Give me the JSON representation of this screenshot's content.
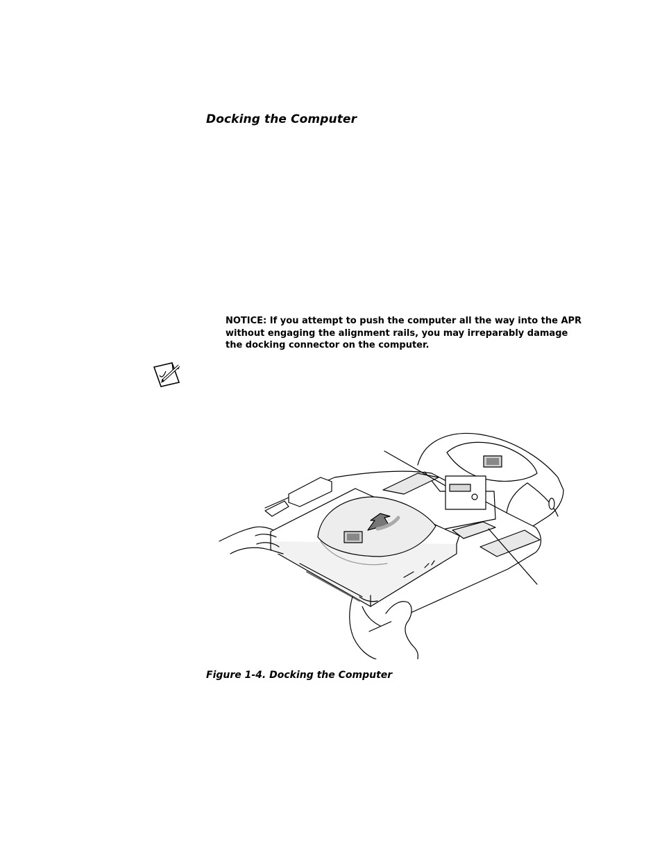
{
  "section": {
    "heading": "Docking the Computer"
  },
  "notice": {
    "lines": [
      "NOTICE: If you attempt to push the computer all the way into the APR",
      "without engaging the alignment rails, you may irreparably damage",
      "the docking connector on the computer."
    ]
  },
  "icons": {
    "note": "note-pencil-icon"
  },
  "figure": {
    "caption": "Figure 1-4.  Docking the Computer"
  }
}
